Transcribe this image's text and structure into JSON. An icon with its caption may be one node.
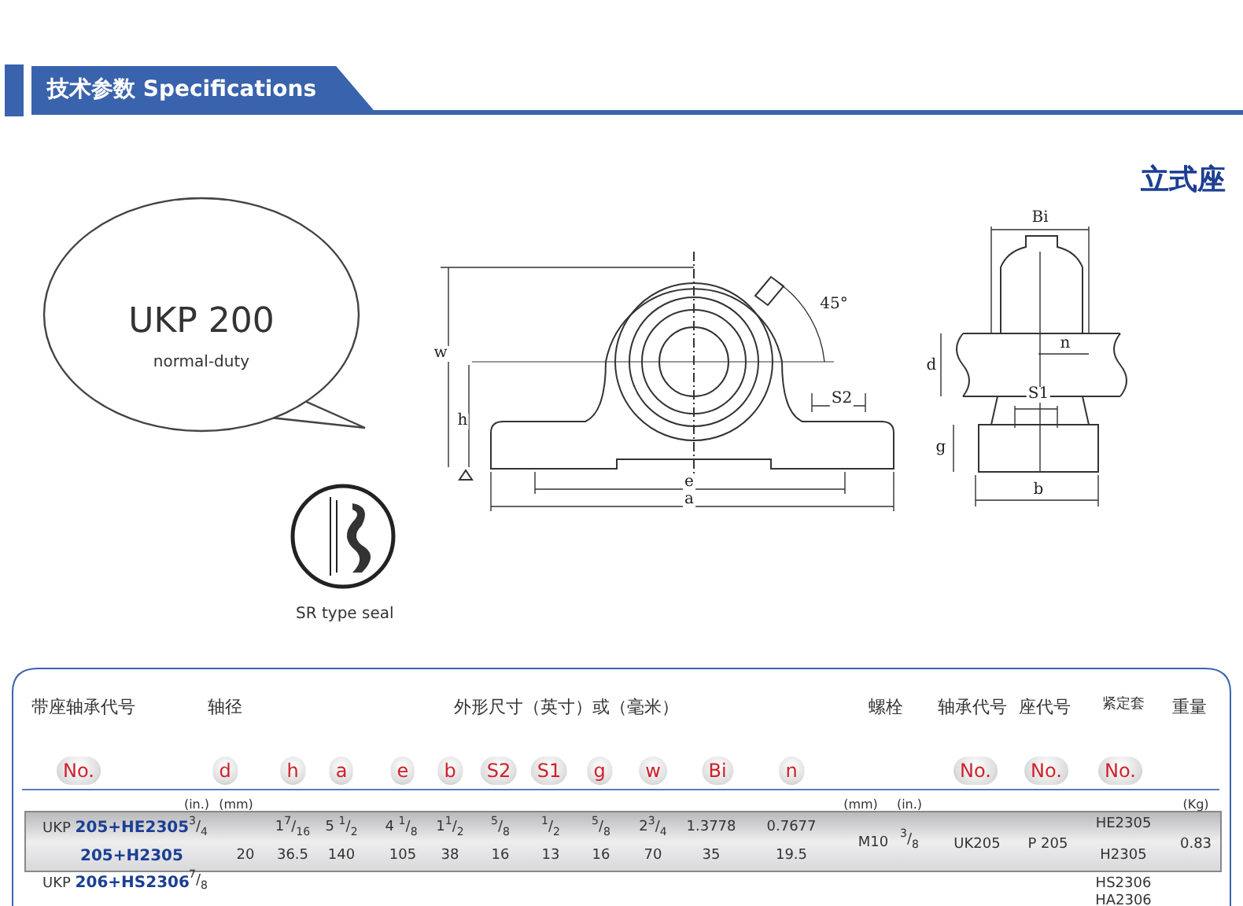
{
  "diagram": {
    "title": "技术参数  Specifications",
    "nodes": [
      {
        "text": [
          "UKP 200",
          "normal-duty"
        ]
      },
      {
        "text": [
          "SR type seal"
        ]
      }
    ],
    "labels": [
      "立式座",
      "Bi",
      "45°",
      "w",
      "n",
      "d",
      "h",
      "S2",
      "S1",
      "g",
      "e",
      "a",
      "b",
      "带座轴承代号",
      "轴径",
      "外形尺寸（英寸）或（毫米）",
      "螺栓",
      "轴承代号",
      "座代号",
      "紧定套",
      "重量",
      "No.",
      "d",
      "h",
      "a",
      "e",
      "b",
      "S2",
      "S1",
      "g",
      "w",
      "Bi",
      "n",
      "No.",
      "No.",
      "No.",
      "(in.)",
      "(mm)",
      "(mm)",
      "(in.)",
      "(Kg)",
      "UKP **205+HE2305**",
      "$^{3}$/$_{4}$",
      "1$^{7}$/$_{16}$",
      "5 $^{1}$/$_{2}$",
      "4 $^{1}$/$_{8}$",
      "1$^{1}$/$_{2}$",
      "$^{5}$/$_{8}$",
      "$^{1}$/$_{2}$",
      "$^{5}$/$_{8}$",
      "2$^{3}$/$_{4}$",
      "1.3778",
      "0.7677",
      "M10",
      "$^{3}$/$_{8}$",
      "UK205",
      "P 205",
      "HE2305",
      "0.83",
      "**205+H2305**",
      "20",
      "36.5",
      "140",
      "105",
      "38",
      "16",
      "13",
      "16",
      "70",
      "35",
      "19.5",
      "H2305",
      "UKP **206+HS2306**",
      "$^{7}$/$_{8}$",
      "HS2306",
      "HA2306"
    ]
  }
}
